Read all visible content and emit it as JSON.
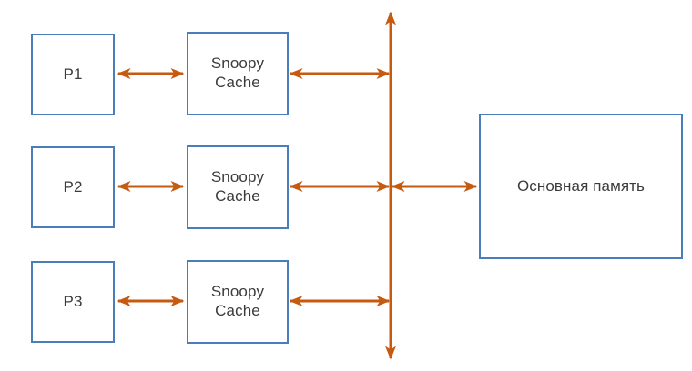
{
  "diagram": {
    "title": "Snoopy cache coherence bus diagram",
    "colors": {
      "box_border": "#4a7ebb",
      "box_fill": "#ffffff",
      "arrow": "#c55a11",
      "text": "#3b3b3b",
      "background": "#ffffff"
    },
    "processors": [
      {
        "id": "p1",
        "label": "P1"
      },
      {
        "id": "p2",
        "label": "P2"
      },
      {
        "id": "p3",
        "label": "P3"
      }
    ],
    "caches": [
      {
        "id": "cache1",
        "label": "Snoopy\nCache"
      },
      {
        "id": "cache2",
        "label": "Snoopy\nCache"
      },
      {
        "id": "cache3",
        "label": "Snoopy\nCache"
      }
    ],
    "memory": {
      "id": "main-memory",
      "label": "Основная память"
    },
    "bus": {
      "label": "",
      "orientation": "vertical",
      "arrowheads": [
        "top",
        "bottom"
      ]
    },
    "connections": [
      {
        "from": "p1",
        "to": "cache1",
        "style": "double-arrow"
      },
      {
        "from": "p2",
        "to": "cache2",
        "style": "double-arrow"
      },
      {
        "from": "p3",
        "to": "cache3",
        "style": "double-arrow"
      },
      {
        "from": "cache1",
        "to": "bus",
        "style": "double-arrow"
      },
      {
        "from": "cache2",
        "to": "bus",
        "style": "double-arrow"
      },
      {
        "from": "cache3",
        "to": "bus",
        "style": "double-arrow"
      },
      {
        "from": "bus",
        "to": "main-memory",
        "style": "double-arrow"
      }
    ]
  }
}
